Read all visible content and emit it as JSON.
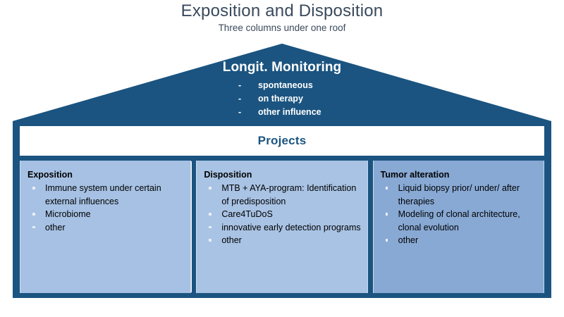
{
  "header": {
    "title": "Exposition and Disposition",
    "subtitle": "Three columns under one roof"
  },
  "colors": {
    "frame_blue": "#1b5480",
    "roof_blue": "#1b5480",
    "title_text": "#3a4a5c",
    "projects_text": "#1b5480",
    "column_one_fill": "#a6c1e3",
    "column_two_fill": "#a9c3e4",
    "column_three_fill": "#88a9d4",
    "bullet": "#e8eef7",
    "band_fill": "#ffffff"
  },
  "roof": {
    "title": "Longit. Monitoring",
    "dash": "-",
    "items": [
      {
        "label": "spontaneous"
      },
      {
        "label": "on therapy"
      },
      {
        "label": "other influence"
      }
    ]
  },
  "projects_band": {
    "label": "Projects"
  },
  "columns": [
    {
      "heading": "Exposition",
      "items": [
        "Immune system under certain external influences",
        "Microbiome",
        "other"
      ]
    },
    {
      "heading": "Disposition",
      "items": [
        "MTB + AYA-program: Identification of predisposition",
        "Care4TuDoS",
        "innovative early detection programs",
        "other"
      ]
    },
    {
      "heading": "Tumor alteration",
      "items": [
        "Liquid biopsy prior/ under/ after therapies",
        "Modeling of clonal architecture, clonal evolution",
        "other"
      ]
    }
  ]
}
